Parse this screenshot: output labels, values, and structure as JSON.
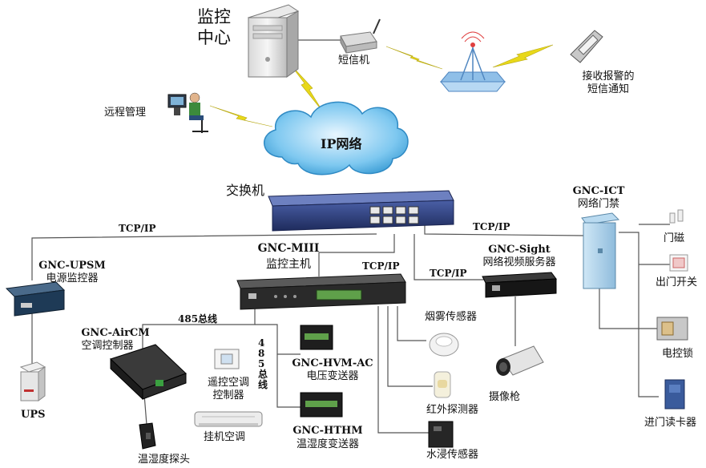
{
  "nodes": {
    "center": "监控\n中心",
    "sms_modem": "短信机",
    "sms_notice": "接收报警的\n短信通知",
    "remote": "远程管理",
    "cloud": "IP网络",
    "switch": "交换机",
    "host_model": "GNC-MIII",
    "host_name": "监控主机",
    "upsm_model": "GNC-UPSM",
    "upsm_name": "电源监控器",
    "ups": "UPS",
    "aircm_model": "GNC-AirCM",
    "aircm_name": "空调控制器",
    "remote_ac": "遥控空调\n控制器",
    "wall_ac": "挂机空调",
    "temp_probe": "温湿度探头",
    "hvm_model": "GNC-HVM-AC",
    "hvm_name": "电压变送器",
    "hthm_model": "GNC-HTHM",
    "hthm_name": "温湿度变送器",
    "smoke": "烟雾传感器",
    "ir": "红外探测器",
    "water": "水浸传感器",
    "sight_model": "GNC-Sight",
    "sight_name": "网络视频服务器",
    "camera": "摄像枪",
    "ict_model": "GNC-ICT",
    "ict_name": "网络门禁",
    "door_mag": "门磁",
    "exit_switch": "出门开关",
    "elock": "电控锁",
    "card_reader": "进门读卡器"
  },
  "links": {
    "tcp1": "TCP/IP",
    "tcp2": "TCP/IP",
    "tcp3": "TCP/IP",
    "tcp4": "TCP/IP",
    "bus1": "485总线",
    "bus2": "485总线"
  },
  "colors": {
    "line": "#555555",
    "lightning": "#e8d81a",
    "cloud": "#7ec8f0",
    "switch": "#2c3e7a",
    "device": "#2a2a2a",
    "lcd": "#4a8a3a"
  }
}
